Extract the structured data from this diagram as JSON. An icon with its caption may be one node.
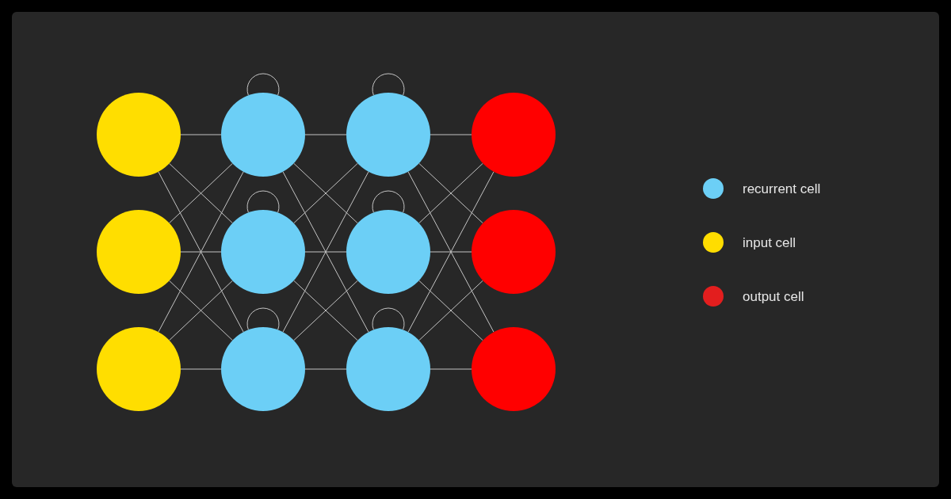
{
  "diagram": {
    "nodes": [
      {
        "text": [],
        "shape": "circle"
      },
      {
        "text": [],
        "shape": "circle"
      },
      {
        "text": [],
        "shape": "circle"
      },
      {
        "text": [],
        "shape": "circle"
      },
      {
        "text": [],
        "shape": "circle"
      },
      {
        "text": [],
        "shape": "circle"
      },
      {
        "text": [],
        "shape": "circle"
      },
      {
        "text": [],
        "shape": "circle"
      },
      {
        "text": [],
        "shape": "circle"
      },
      {
        "text": [],
        "shape": "circle"
      },
      {
        "text": [],
        "shape": "circle"
      },
      {
        "text": [],
        "shape": "circle"
      }
    ],
    "edges": [
      {
        "from": 0,
        "to": 3,
        "arrow": "none"
      },
      {
        "from": 0,
        "to": 4,
        "arrow": "none"
      },
      {
        "from": 0,
        "to": 5,
        "arrow": "none"
      },
      {
        "from": 1,
        "to": 3,
        "arrow": "none"
      },
      {
        "from": 1,
        "to": 4,
        "arrow": "none"
      },
      {
        "from": 1,
        "to": 5,
        "arrow": "none"
      },
      {
        "from": 2,
        "to": 3,
        "arrow": "none"
      },
      {
        "from": 2,
        "to": 4,
        "arrow": "none"
      },
      {
        "from": 2,
        "to": 5,
        "arrow": "none"
      },
      {
        "from": 3,
        "to": 6,
        "arrow": "none"
      },
      {
        "from": 3,
        "to": 7,
        "arrow": "none"
      },
      {
        "from": 3,
        "to": 8,
        "arrow": "none"
      },
      {
        "from": 4,
        "to": 6,
        "arrow": "none"
      },
      {
        "from": 4,
        "to": 7,
        "arrow": "none"
      },
      {
        "from": 4,
        "to": 8,
        "arrow": "none"
      },
      {
        "from": 5,
        "to": 6,
        "arrow": "none"
      },
      {
        "from": 5,
        "to": 7,
        "arrow": "none"
      },
      {
        "from": 5,
        "to": 8,
        "arrow": "none"
      },
      {
        "from": 6,
        "to": 9,
        "arrow": "none"
      },
      {
        "from": 6,
        "to": 10,
        "arrow": "none"
      },
      {
        "from": 6,
        "to": 11,
        "arrow": "none"
      },
      {
        "from": 7,
        "to": 9,
        "arrow": "none"
      },
      {
        "from": 7,
        "to": 10,
        "arrow": "none"
      },
      {
        "from": 7,
        "to": 11,
        "arrow": "none"
      },
      {
        "from": 8,
        "to": 9,
        "arrow": "none"
      },
      {
        "from": 8,
        "to": 10,
        "arrow": "none"
      },
      {
        "from": 8,
        "to": 11,
        "arrow": "none"
      },
      {
        "from": 3,
        "to": 3,
        "arrow": "none"
      },
      {
        "from": 4,
        "to": 4,
        "arrow": "none"
      },
      {
        "from": 5,
        "to": 5,
        "arrow": "none"
      },
      {
        "from": 6,
        "to": 6,
        "arrow": "none"
      },
      {
        "from": 7,
        "to": 7,
        "arrow": "none"
      },
      {
        "from": 8,
        "to": 8,
        "arrow": "none"
      }
    ],
    "legend": [
      {
        "text": "recurrent cell",
        "color": "#6ccff6"
      },
      {
        "text": "input cell",
        "color": "#ffdd00"
      },
      {
        "text": "output cell",
        "color": "#e31e1e"
      }
    ]
  }
}
